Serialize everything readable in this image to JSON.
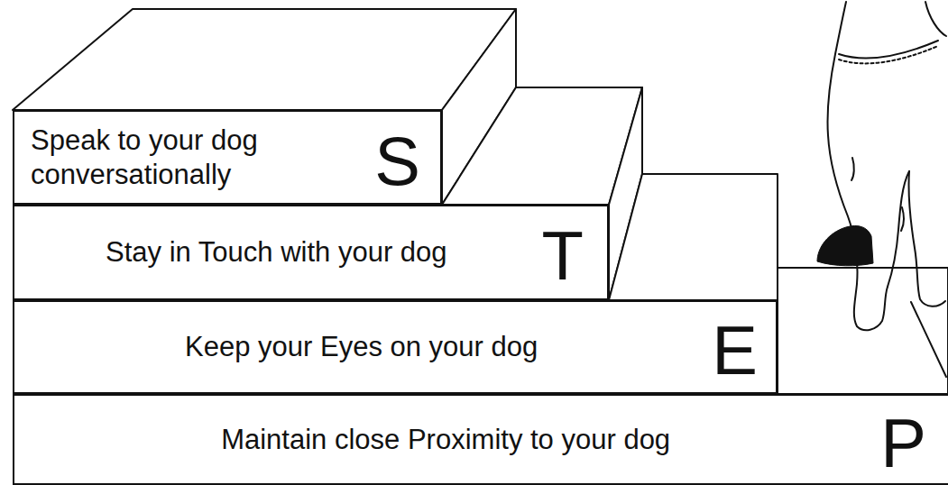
{
  "diagram": {
    "nodes": [
      {
        "text": [
          "Speak to your dog conversationally",
          "S"
        ]
      },
      {
        "text": [
          "Stay in Touch with your dog",
          "T"
        ]
      },
      {
        "text": [
          "Keep your Eyes on your dog",
          "E"
        ]
      },
      {
        "text": [
          "Maintain close Proximity to your dog",
          "P"
        ]
      }
    ]
  }
}
